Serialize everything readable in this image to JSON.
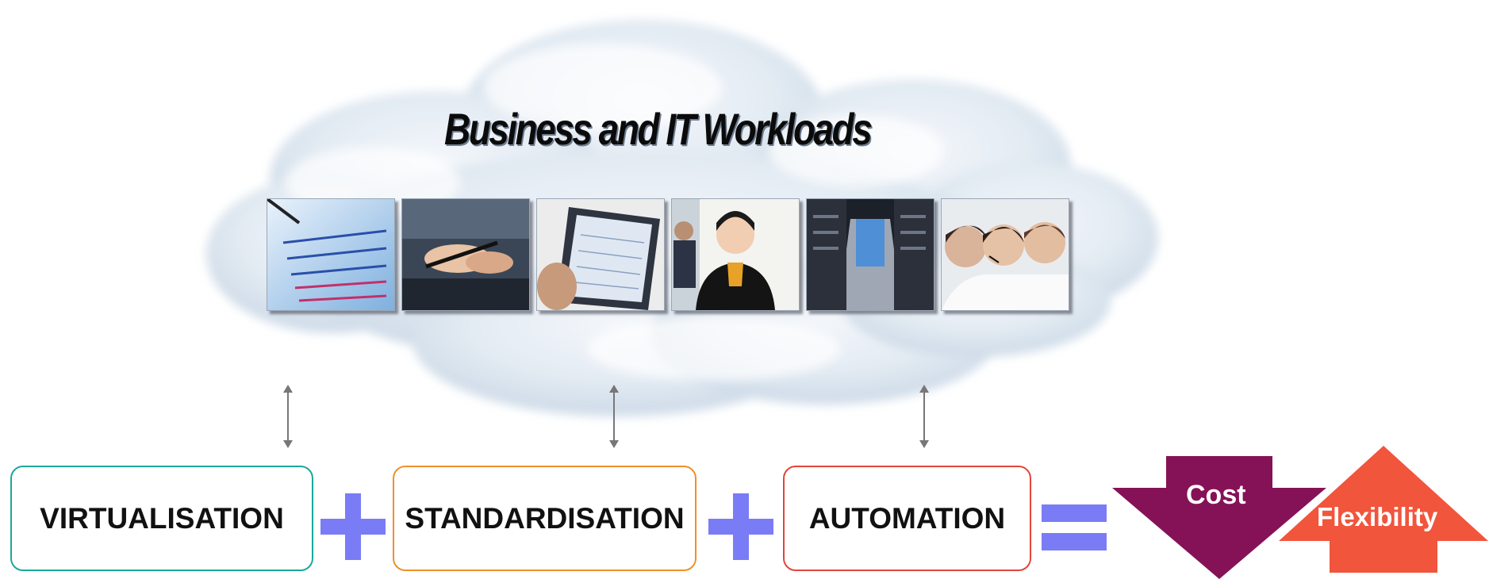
{
  "title": "Business and IT Workloads",
  "photos": [
    {
      "icon": "chart-photo-icon"
    },
    {
      "icon": "handshake-photo-icon"
    },
    {
      "icon": "tablet-photo-icon"
    },
    {
      "icon": "businesswoman-photo-icon"
    },
    {
      "icon": "datacenter-photo-icon"
    },
    {
      "icon": "callcenter-photo-icon"
    }
  ],
  "pillars": [
    {
      "label": "VIRTUALISATION",
      "color": "#1aa89a"
    },
    {
      "label": "STANDARDISATION",
      "color": "#f0902a"
    },
    {
      "label": "AUTOMATION",
      "color": "#e2453a"
    }
  ],
  "operators": {
    "plus": "+",
    "equals": "="
  },
  "outcomes": {
    "cost": {
      "label": "Cost",
      "color": "#851257"
    },
    "flexibility": {
      "label": "Flexibility",
      "color": "#f1553c"
    }
  },
  "colors": {
    "operator": "#7a7cf5",
    "connector": "#777777"
  }
}
